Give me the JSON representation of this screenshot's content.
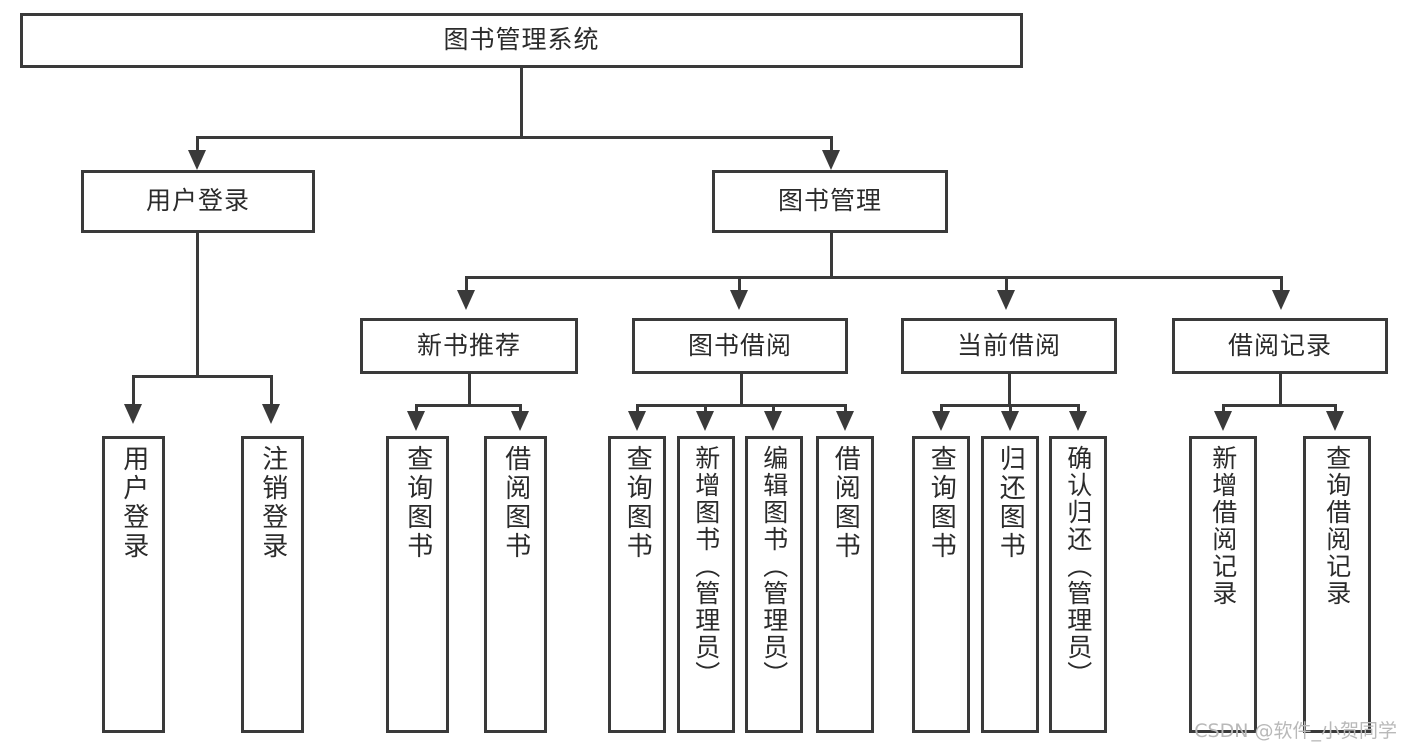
{
  "diagram": {
    "type": "tree",
    "title": "图书管理系统",
    "watermark": "CSDN @软件_小贺同学",
    "root": {
      "label": "图书管理系统"
    },
    "level2": [
      {
        "label": "用户登录"
      },
      {
        "label": "图书管理"
      }
    ],
    "level3": [
      {
        "label": "新书推荐"
      },
      {
        "label": "图书借阅"
      },
      {
        "label": "当前借阅"
      },
      {
        "label": "借阅记录"
      }
    ],
    "leaves": {
      "user_login": [
        {
          "label": "用户登录"
        },
        {
          "label": "注销登录"
        }
      ],
      "new_book_recommend": [
        {
          "label": "查询图书"
        },
        {
          "label": "借阅图书"
        }
      ],
      "book_borrow": [
        {
          "label": "查询图书"
        },
        {
          "label": "新增图书（管理员）"
        },
        {
          "label": "编辑图书（管理员）"
        },
        {
          "label": "借阅图书"
        }
      ],
      "current_borrow": [
        {
          "label": "查询图书"
        },
        {
          "label": "归还图书"
        },
        {
          "label": "确认归还（管理员）"
        }
      ],
      "borrow_record": [
        {
          "label": "新增借阅记录"
        },
        {
          "label": "查询借阅记录"
        }
      ]
    },
    "colors": {
      "stroke": "#3a3a3a",
      "fill": "#ffffff",
      "text": "#2b2b2b",
      "watermark": "#b9b9b9"
    }
  }
}
